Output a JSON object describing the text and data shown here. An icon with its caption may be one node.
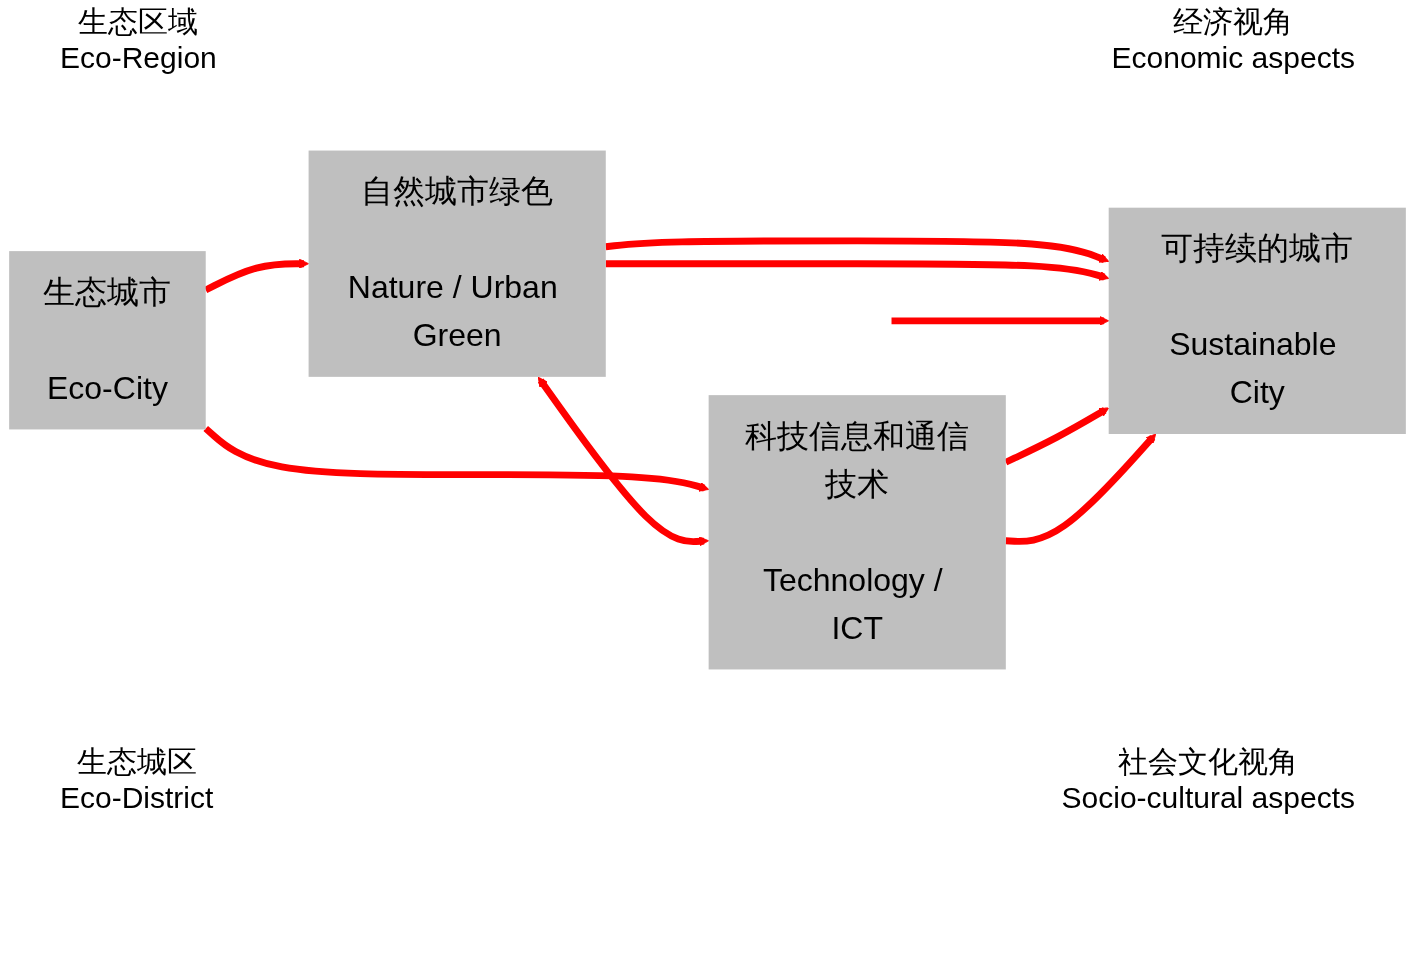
{
  "diagram": {
    "nodes": [
      {
        "text": [
          "生态城市",
          "Eco-City"
        ]
      },
      {
        "text": [
          "自然城市绿色",
          "Nature / Urban Green"
        ]
      },
      {
        "text": [
          "科技信息和通信技术",
          "Technology / ICT"
        ]
      },
      {
        "text": [
          "可持续的城市",
          "Sustainable City"
        ]
      }
    ],
    "edges": [
      {
        "from": 0,
        "to": 1,
        "arrow": "to"
      },
      {
        "from": 0,
        "to": 2,
        "arrow": "to"
      },
      {
        "from": 1,
        "to": 2,
        "arrow": "both"
      },
      {
        "from": 1,
        "to": 3,
        "arrow": "to"
      },
      {
        "from": 1,
        "to": 3,
        "arrow": "to"
      },
      {
        "from": null,
        "to": 3,
        "arrow": "to"
      },
      {
        "from": 2,
        "to": 3,
        "arrow": "to"
      },
      {
        "from": 2,
        "to": 3,
        "arrow": "to"
      }
    ],
    "labels": [
      "生态区域",
      "Eco-Region",
      "经济视角",
      "Economic aspects",
      "生态城区",
      "Eco-District",
      "社会文化视角",
      "Socio-cultural aspects"
    ]
  }
}
